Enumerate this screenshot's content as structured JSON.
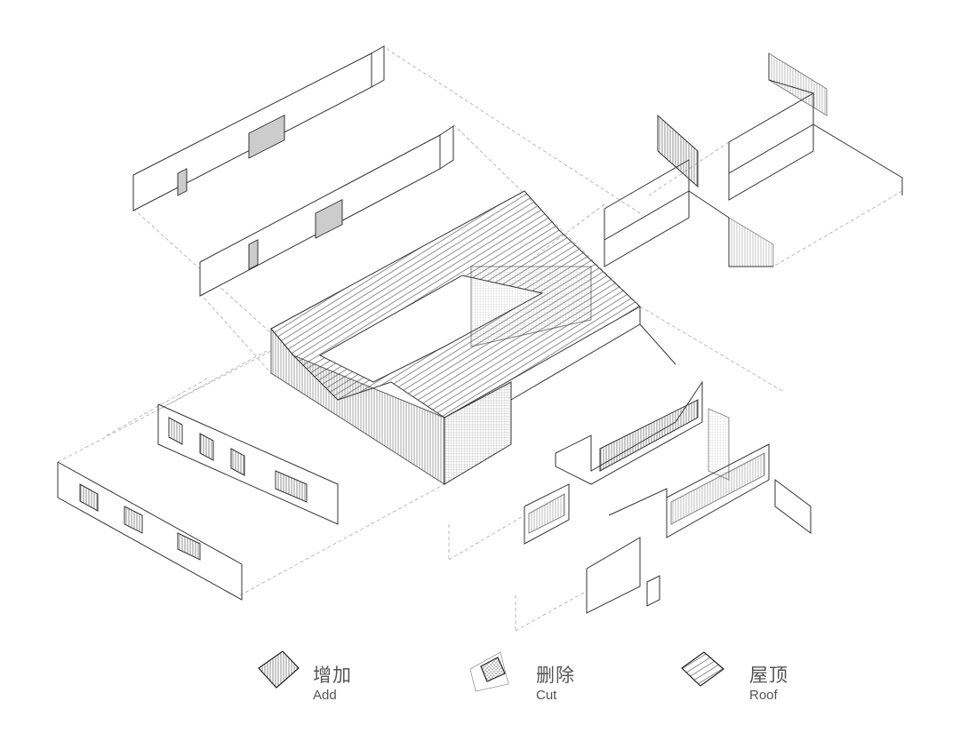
{
  "diagram": {
    "type": "exploded axonometric building diagram",
    "colors": {
      "line": "#333333",
      "dash": "#9a9a9a",
      "hatch": "#555555"
    }
  },
  "legend": [
    {
      "zh": "增加",
      "en": "Add",
      "swatch": "vertical-hatch"
    },
    {
      "zh": "删除",
      "en": "Cut",
      "swatch": "cross-hatch"
    },
    {
      "zh": "屋顶",
      "en": "Roof",
      "swatch": "diagonal-hatch"
    }
  ]
}
